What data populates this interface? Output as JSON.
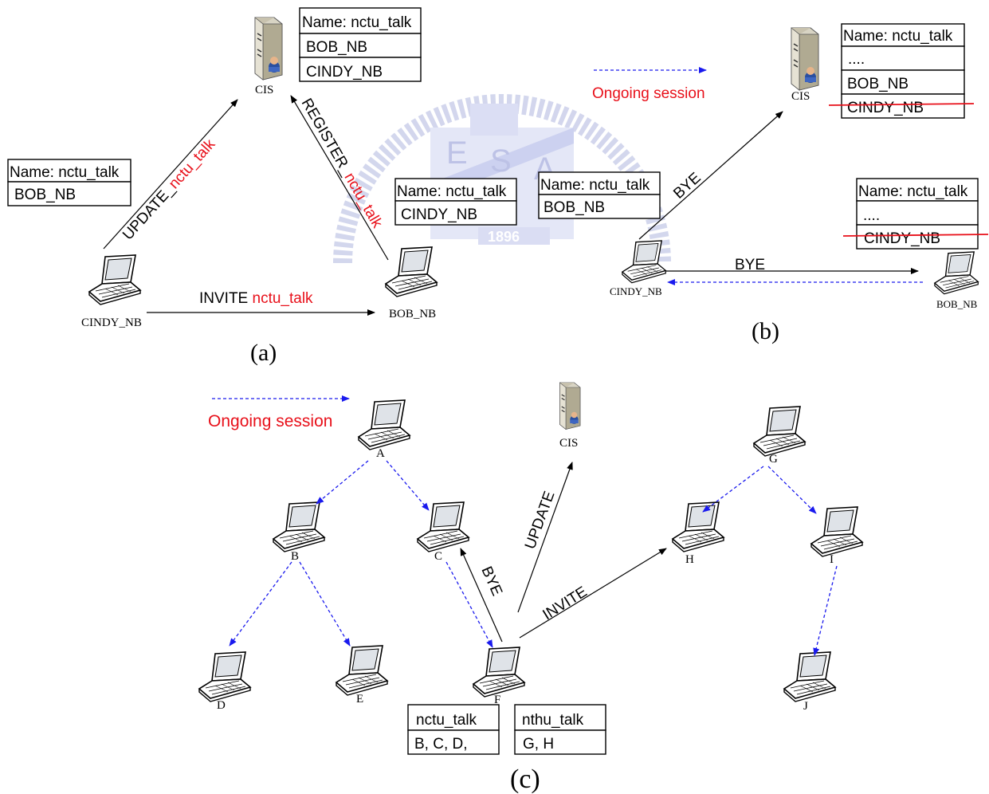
{
  "panels": {
    "a": "(a)",
    "b": "(b)",
    "c": "(c)"
  },
  "legend": {
    "a_ongoing": "Ongoing session",
    "c_ongoing": "Ongoing session"
  },
  "nodes": {
    "cis_a": "CIS",
    "cindy_a": "CINDY_NB",
    "bob_a": "BOB_NB",
    "cis_b": "CIS",
    "cindy_b": "CINDY_NB",
    "bob_b": "BOB_NB",
    "cis_c": "CIS",
    "A": "A",
    "B": "B",
    "C": "C",
    "D": "D",
    "E": "E",
    "F": "F",
    "G": "G",
    "H": "H",
    "I": "I",
    "J": "J"
  },
  "edges": {
    "update_prefix": "UPDATE_",
    "update_service": "nctu_talk",
    "register_prefix": "REGISTER_",
    "register_service": "nctu_talk",
    "invite_prefix": "INVITE ",
    "invite_service": "nctu_talk",
    "bye_b1": "BYE",
    "bye_b2": "BYE",
    "update_c": "UPDATE",
    "bye_c": "BYE",
    "invite_c": "INVITE"
  },
  "tables": {
    "cis_a": [
      "Name: nctu_talk",
      "BOB_NB",
      "CINDY_NB"
    ],
    "cindy_a": [
      "Name: nctu_talk",
      "BOB_NB"
    ],
    "bob_a_left": [
      "Name: nctu_talk",
      "CINDY_NB"
    ],
    "bob_a_right": [
      "Name: nctu_talk",
      "BOB_NB"
    ],
    "cis_b": [
      "Name: nctu_talk",
      "....",
      "BOB_NB",
      "CINDY_NB"
    ],
    "bob_b": [
      "Name: nctu_talk",
      "....",
      "CINDY_NB"
    ],
    "f_nctu": [
      "nctu_talk",
      "B, C, D,"
    ],
    "f_nthu": [
      "nthu_talk",
      "G, H"
    ]
  },
  "watermark": {
    "letters": [
      "E",
      "S",
      "A"
    ],
    "year": "1896"
  },
  "colors": {
    "red": "#e8101a",
    "blue": "#1a1aee",
    "black": "#000000"
  }
}
